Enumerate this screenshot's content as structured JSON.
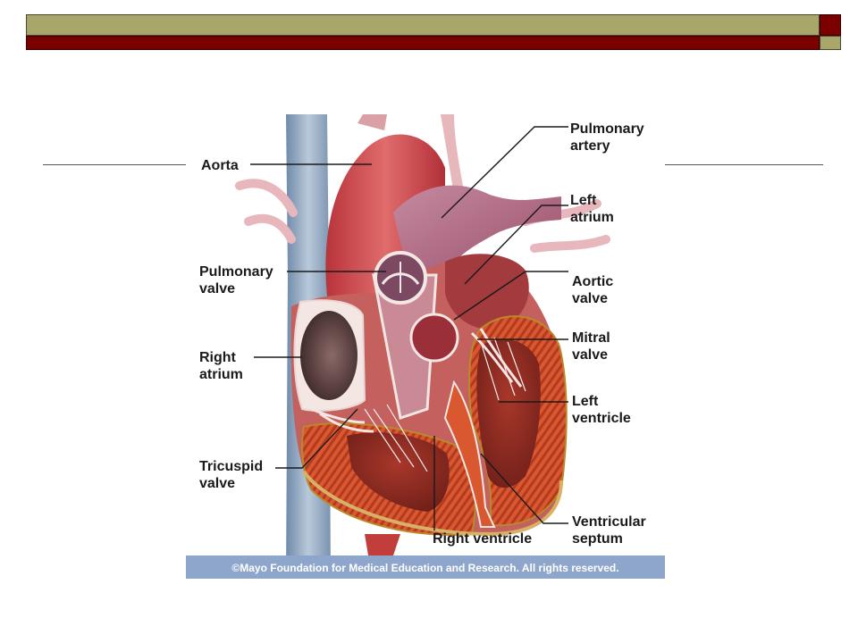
{
  "slide": {
    "colors": {
      "olive": "#a9a66b",
      "dark_red": "#7b0000",
      "background": "#ffffff"
    }
  },
  "diagram": {
    "labels": {
      "aorta": "Aorta",
      "pulmonary_artery": [
        "Pulmonary",
        "artery"
      ],
      "left_atrium": [
        "Left",
        "atrium"
      ],
      "pulmonary_valve": [
        "Pulmonary",
        "valve"
      ],
      "aortic_valve": [
        "Aortic",
        "valve"
      ],
      "right_atrium": [
        "Right",
        "atrium"
      ],
      "mitral_valve": [
        "Mitral",
        "valve"
      ],
      "left_ventricle": [
        "Left",
        "ventricle"
      ],
      "tricuspid_valve": [
        "Tricuspid",
        "valve"
      ],
      "right_ventricle": "Right ventricle",
      "ventricular_septum": [
        "Ventricular",
        "septum"
      ]
    },
    "copyright": "©Mayo Foundation for Medical Education and Research.  All rights reserved.",
    "colors": {
      "muscle": "#c84a2c",
      "chamber": "#b5646a",
      "vein": "#8fa7c0",
      "copyright_bar": "#8fa6cc"
    }
  }
}
